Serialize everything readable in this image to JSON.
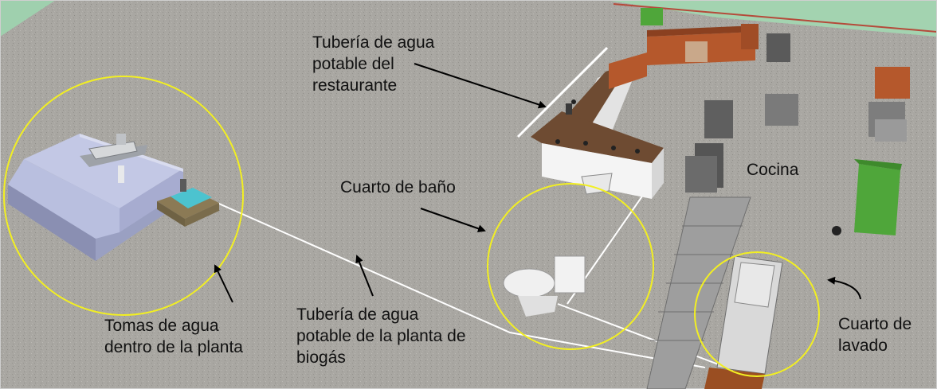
{
  "labels": {
    "tuberia_restaurante": "Tubería de agua\npotable del\nrestaurante",
    "cuarto_bano": "Cuarto de baño",
    "cocina": "Cocina",
    "tomas_agua": "Tomas de agua\ndentro de la planta",
    "tuberia_biogas": "Tubería de agua\npotable de la planta de\nbiogás",
    "cuarto_lavado": "Cuarto de\nlavado"
  },
  "colors": {
    "ground": "#a9a7a2",
    "grass": "#a3d3b0",
    "highlight_circle": "#f2ef22",
    "counter_top": "#6e4b32",
    "cabinet_wood": "#b5582c",
    "bin_green": "#4fa63a",
    "pool_water": "#4cc3cf",
    "platform": "#b9bfdf",
    "pipe": "#ffffff"
  }
}
